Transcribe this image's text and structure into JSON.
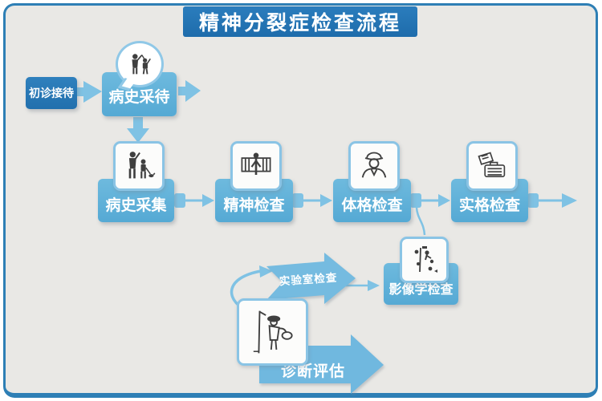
{
  "title": "精神分裂症检查流程",
  "colors": {
    "frame_blue": "#2e7fb5",
    "dark_blue": "#2472b2",
    "light_blue": "#60b0da",
    "arrow_blue": "#7fc2e4",
    "background": "#e9e8e5",
    "icon_stroke": "#3f3f3f"
  },
  "nodes": {
    "start": {
      "label": "初诊接待"
    },
    "intake": {
      "label": "病史采待",
      "icon": "conversation-people-icon"
    },
    "steps": [
      {
        "label": "病史采集",
        "icon": "adult-child-icon"
      },
      {
        "label": "精神检查",
        "icon": "gate-person-icon"
      },
      {
        "label": "体格检查",
        "icon": "doctor-icon"
      },
      {
        "label": "实格检查",
        "icon": "documents-machine-icon"
      }
    ],
    "imaging": {
      "label": "影像学检查",
      "icon": "imaging-figures-icon"
    },
    "lab_arrow": {
      "label": "实验室检查"
    },
    "diagnosis_arrow": {
      "label": "诊断评估",
      "icon": "iv-patient-icon"
    }
  }
}
